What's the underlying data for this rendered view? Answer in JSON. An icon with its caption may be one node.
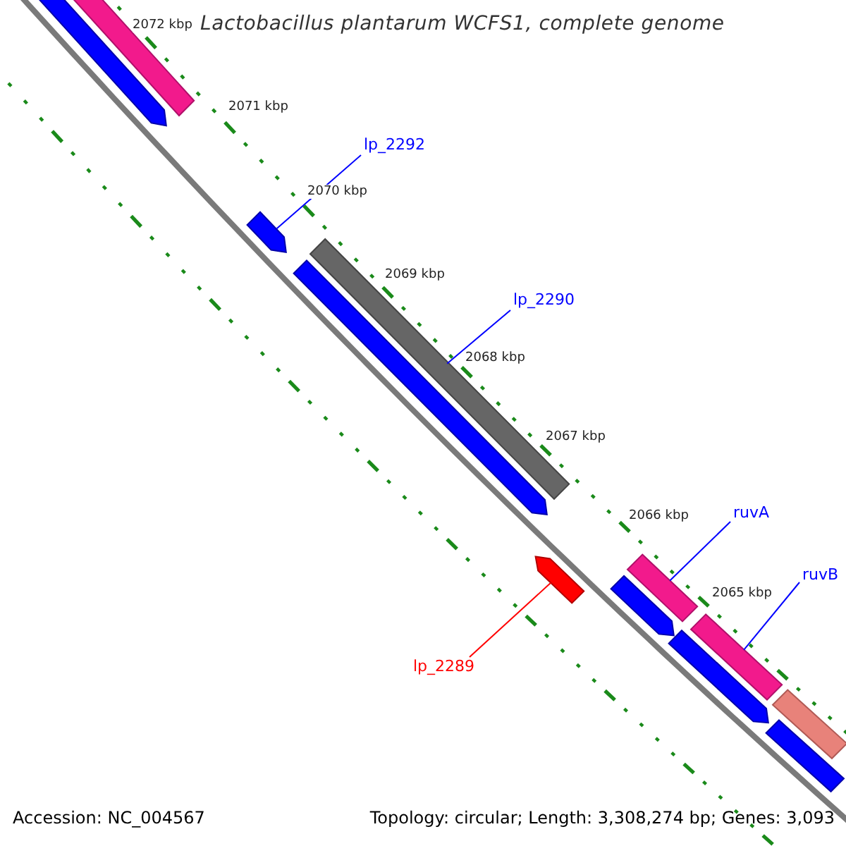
{
  "diagram": {
    "title": "Lactobacillus plantarum WCFS1, complete genome",
    "nodes": [
      {
        "text": [],
        "shape": "arrow"
      },
      {
        "text": [],
        "shape": "bar"
      },
      {
        "text": [
          "lp_2292"
        ]
      },
      {
        "text": [],
        "shape": "arrow"
      },
      {
        "text": [],
        "shape": "bar"
      },
      {
        "text": [
          "lp_2290"
        ]
      },
      {
        "text": [],
        "shape": "arrow"
      },
      {
        "text": [],
        "shape": "arrow"
      },
      {
        "text": [
          "lp_2289"
        ]
      },
      {
        "text": [
          "ruvA"
        ]
      },
      {
        "text": [],
        "shape": "bar"
      },
      {
        "text": [],
        "shape": "arrow"
      },
      {
        "text": [
          "ruvB"
        ]
      },
      {
        "text": [],
        "shape": "bar"
      },
      {
        "text": [],
        "shape": "arrow"
      },
      {
        "text": [],
        "shape": "bar"
      },
      {
        "text": [],
        "shape": "bar"
      }
    ],
    "edges": [
      {
        "from": 2,
        "to": 3,
        "arrow": "none"
      },
      {
        "from": 5,
        "to": 4,
        "arrow": "none"
      },
      {
        "from": 8,
        "to": 7,
        "arrow": "none",
        "color": "#ff0000"
      },
      {
        "from": 9,
        "to": 10,
        "arrow": "none"
      },
      {
        "from": 12,
        "to": 13,
        "arrow": "none"
      }
    ],
    "labels": [
      "2072 kbp",
      "2071 kbp",
      "2070 kbp",
      "2069 kbp",
      "2068 kbp",
      "2067 kbp",
      "2066 kbp",
      "2065 kbp",
      "Accession: NC_004567",
      "Topology: circular; Length: 3,308,274 bp; Genes: 3,093"
    ]
  }
}
